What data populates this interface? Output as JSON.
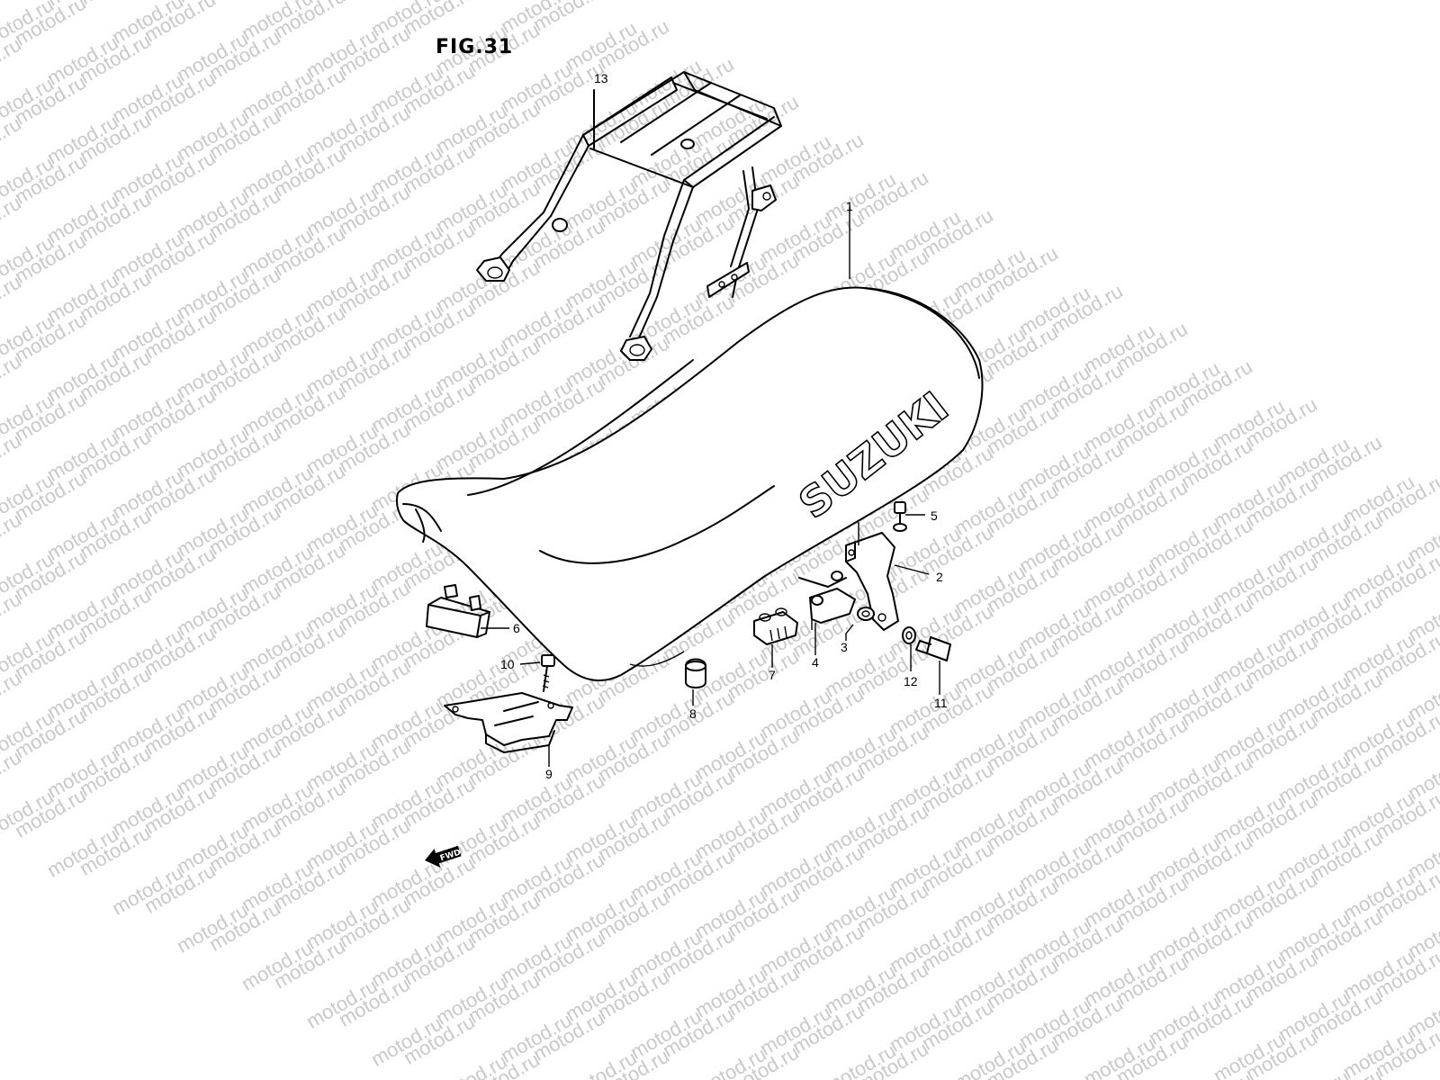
{
  "figure": {
    "title": "FIG.31",
    "brand_text": "SUZUKI",
    "direction_label": "FWD"
  },
  "watermark": {
    "text": "motod.ru"
  },
  "callouts": [
    {
      "id": "1",
      "label": "1"
    },
    {
      "id": "2",
      "label": "2"
    },
    {
      "id": "3",
      "label": "3"
    },
    {
      "id": "4",
      "label": "4"
    },
    {
      "id": "5",
      "label": "5"
    },
    {
      "id": "6",
      "label": "6"
    },
    {
      "id": "7",
      "label": "7"
    },
    {
      "id": "8",
      "label": "8"
    },
    {
      "id": "9",
      "label": "9"
    },
    {
      "id": "10",
      "label": "10"
    },
    {
      "id": "11",
      "label": "11"
    },
    {
      "id": "12",
      "label": "12"
    },
    {
      "id": "13",
      "label": "13"
    }
  ]
}
